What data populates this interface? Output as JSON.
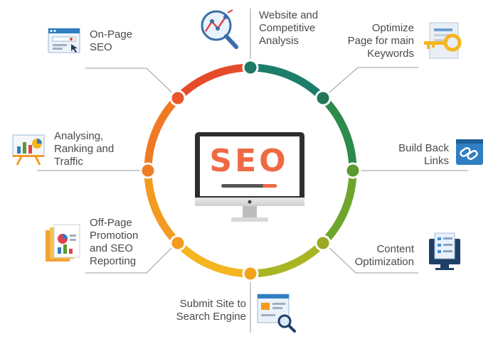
{
  "center": {
    "monitor_text": "SEO"
  },
  "items": [
    {
      "key": "website",
      "label": "Website and\nCompetitive\nAnalysis",
      "icon": "analytics-magnifier-icon",
      "color": "#1d7a67"
    },
    {
      "key": "optimize",
      "label": "Optimize\nPage for main\nKeywords",
      "icon": "key-page-icon",
      "color": "#227754"
    },
    {
      "key": "backlinks",
      "label": "Build Back\nLinks",
      "icon": "chain-link-icon",
      "color": "#5b9a2f"
    },
    {
      "key": "content",
      "label": "Content\nOptimization",
      "icon": "checklist-monitor-icon",
      "color": "#9aaa22"
    },
    {
      "key": "submit",
      "label": "Submit Site to\nSearch Engine",
      "icon": "search-page-icon",
      "color": "#f4a21e"
    },
    {
      "key": "offpage",
      "label": "Off-Page\nPromotion\nand SEO\nReporting",
      "icon": "report-documents-icon",
      "color": "#f29b1f"
    },
    {
      "key": "analysing",
      "label": "Analysing,\nRanking and\nTraffic",
      "icon": "presentation-chart-icon",
      "color": "#ef7d23"
    },
    {
      "key": "onpage",
      "label": "On-Page\nSEO",
      "icon": "browser-window-icon",
      "color": "#e8562a"
    }
  ]
}
